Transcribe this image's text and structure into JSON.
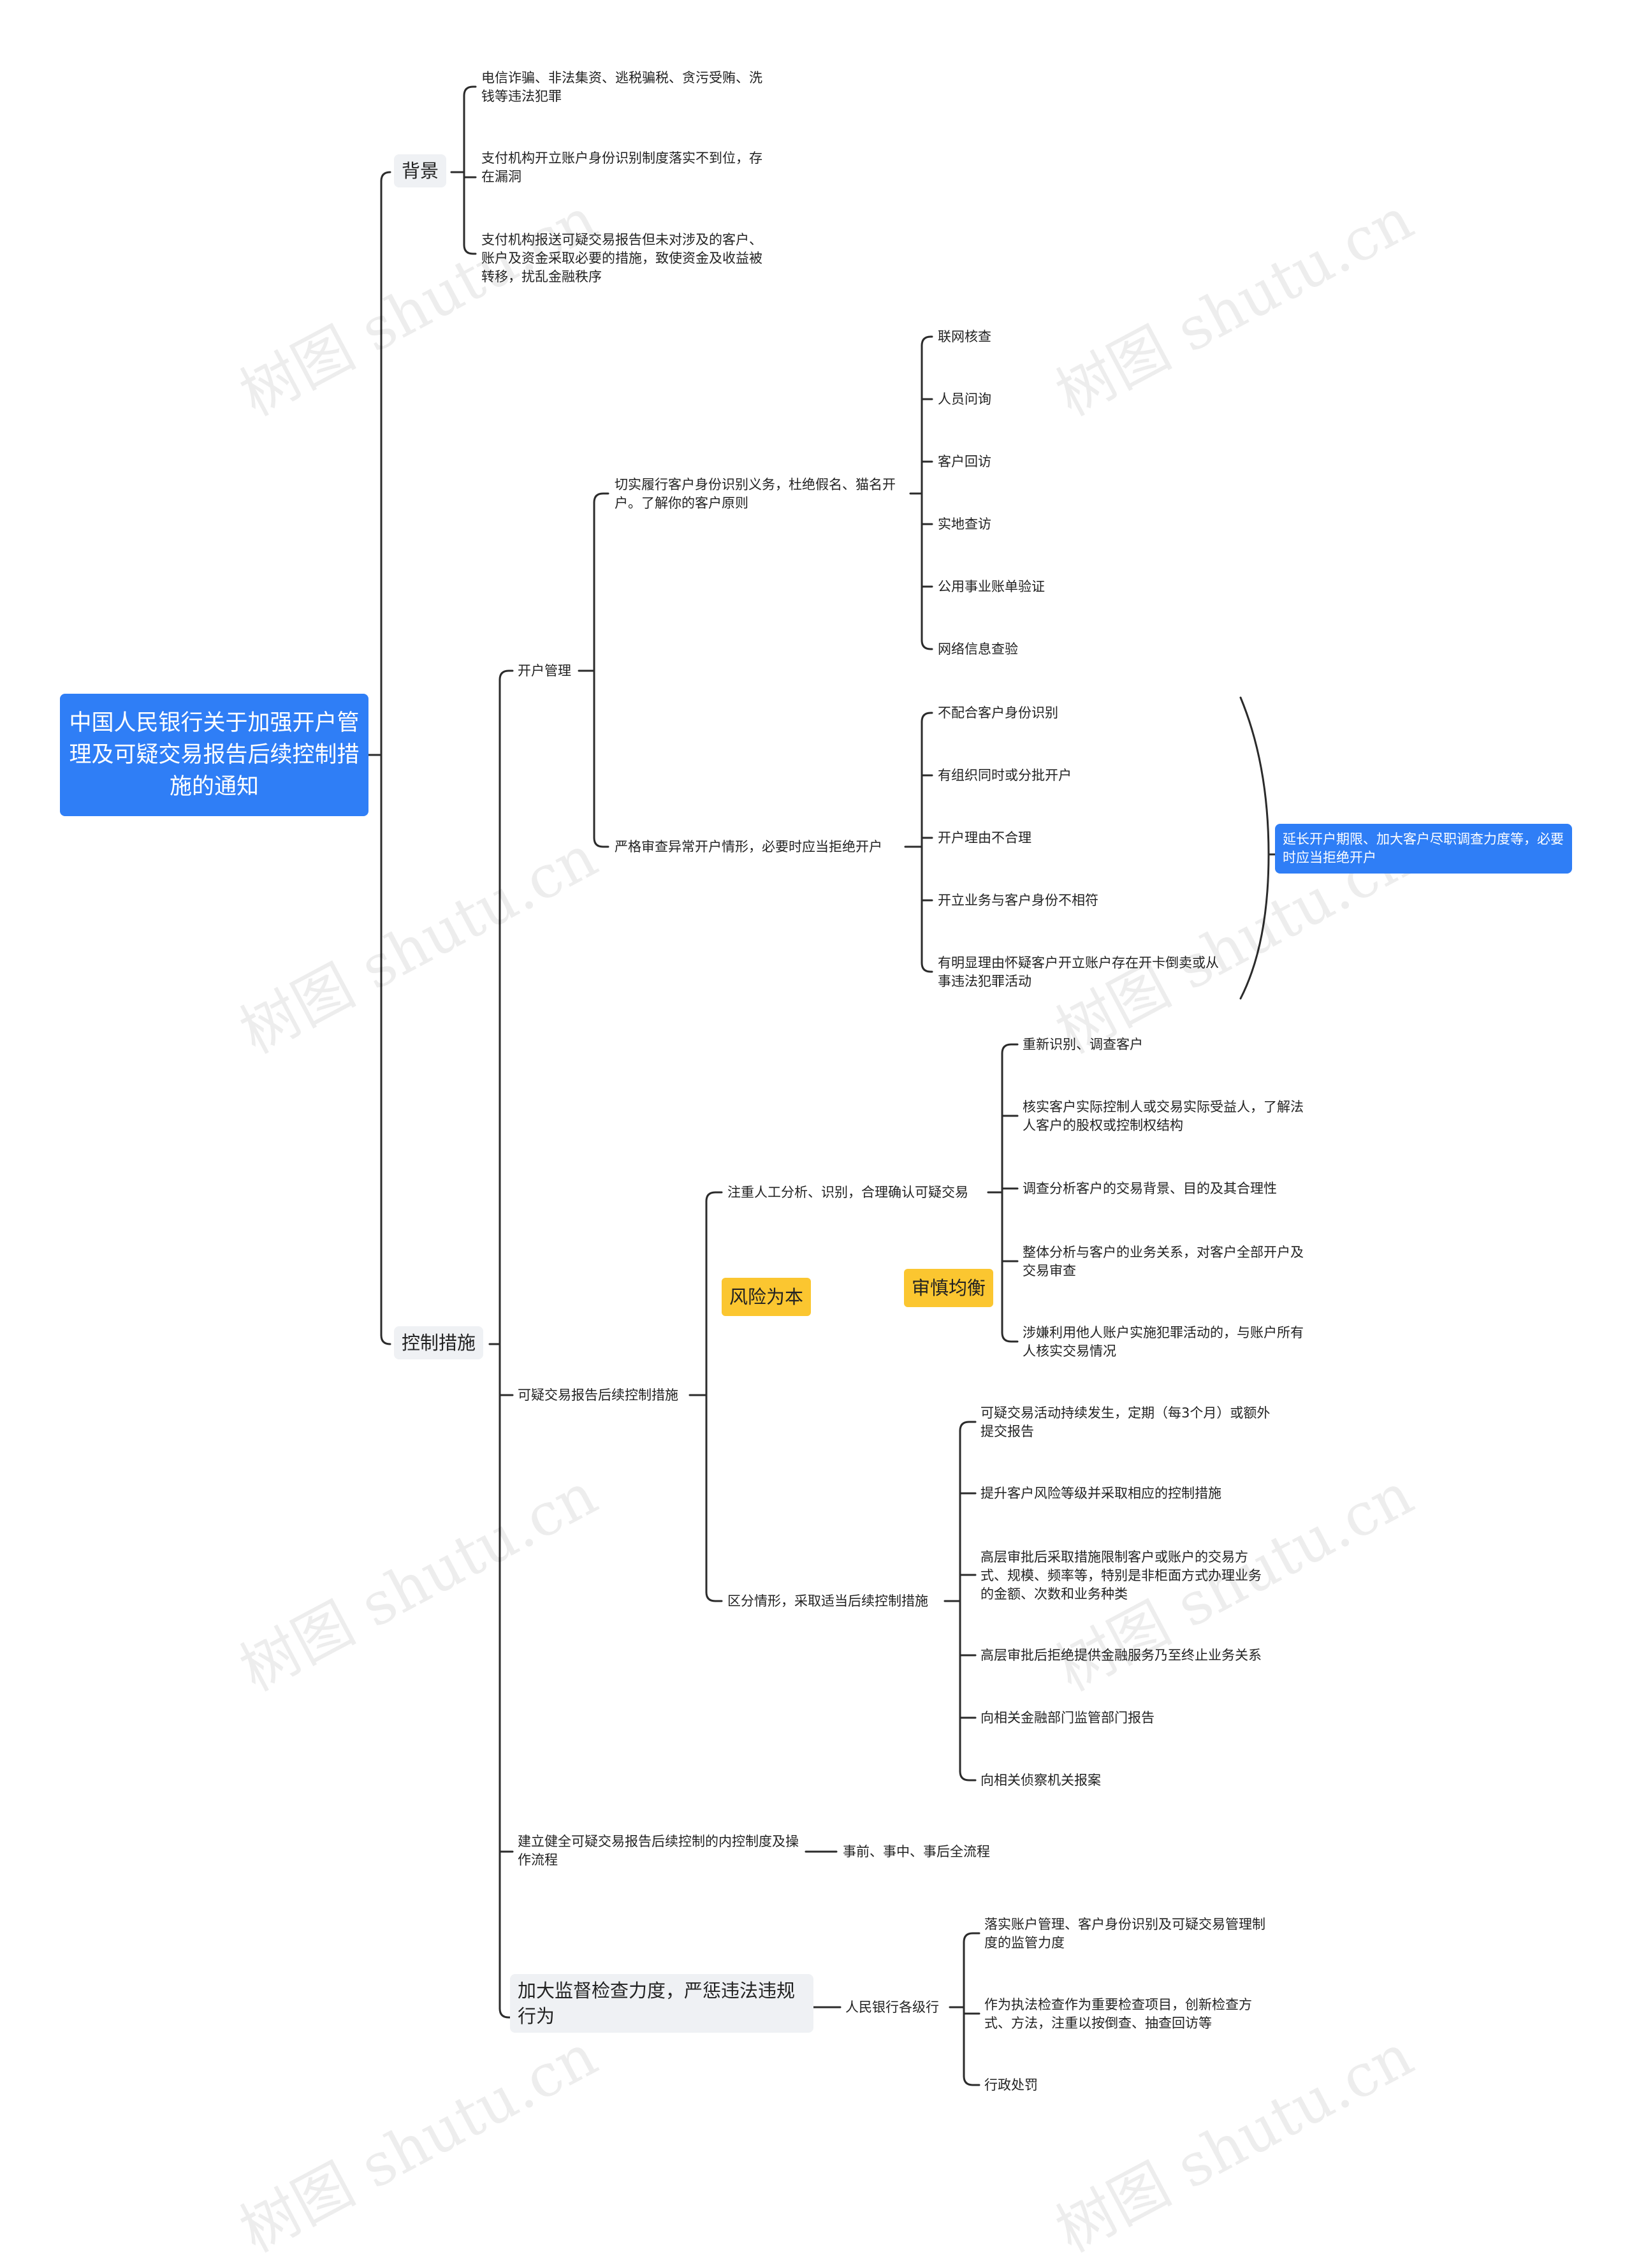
{
  "root": {
    "title": "中国人民银行关于加强开户管理及可疑交易报告后续控制措施的通知"
  },
  "background": {
    "label": "背景",
    "items": [
      "电信诈骗、非法集资、逃税骗税、贪污受贿、洗钱等违法犯罪",
      "支付机构开立账户身份识别制度落实不到位，存在漏洞",
      "支付机构报送可疑交易报告但未对涉及的客户、账户及资金采取必要的措施，致使资金及收益被转移，扰乱金融秩序"
    ]
  },
  "controls": {
    "label": "控制措施",
    "account": {
      "label": "开户管理",
      "kyc": {
        "label": "切实履行客户身份识别义务，杜绝假名、猫名开户。了解你的客户原则",
        "items": [
          "联网核查",
          "人员问询",
          "客户回访",
          "实地查访",
          "公用事业账单验证",
          "网络信息查验"
        ]
      },
      "abnormal": {
        "label": "严格审查异常开户情形，必要时应当拒绝开户",
        "items": [
          "不配合客户身份识别",
          "有组织同时或分批开户",
          "开户理由不合理",
          "开立业务与客户身份不相符",
          "有明显理由怀疑客户开立账户存在开卡倒卖或从事违法犯罪活动"
        ],
        "summary": "延长开户期限、加大客户尽职调查力度等，必要时应当拒绝开户"
      }
    },
    "suspicious": {
      "label": "可疑交易报告后续控制措施",
      "risk_tag": "风险为本",
      "manual": {
        "label": "注重人工分析、识别，合理确认可疑交易",
        "tag": "审慎均衡",
        "items": [
          "重新识别、调查客户",
          "核实客户实际控制人或交易实际受益人，了解法人客户的股权或控制权结构",
          "调查分析客户的交易背景、目的及其合理性",
          "整体分析与客户的业务关系，对客户全部开户及交易审查",
          "涉嫌利用他人账户实施犯罪活动的，与账户所有人核实交易情况"
        ]
      },
      "distinguish": {
        "label": "区分情形，采取适当后续控制措施",
        "items": [
          "可疑交易活动持续发生，定期（每3个月）或额外提交报告",
          "提升客户风险等级并采取相应的控制措施",
          "高层审批后采取措施限制客户或账户的交易方式、规模、频率等，特别是非柜面方式办理业务的金额、次数和业务种类",
          "高层审批后拒绝提供金融服务乃至终止业务关系",
          "向相关金融部门监管部门报告",
          "向相关侦察机关报案"
        ]
      }
    },
    "internal": {
      "label": "建立健全可疑交易报告后续控制的内控制度及操作流程",
      "child": "事前、事中、事后全流程"
    },
    "supervision": {
      "label": "加大监督检查力度，严惩违法违规行为",
      "sub": "人民银行各级行",
      "items": [
        "落实账户管理、客户身份识别及可疑交易管理制度的监管力度",
        "作为执法检查作为重要检查项目，创新检查方式、方法，注重以按倒查、抽查回访等",
        "行政处罚"
      ]
    }
  },
  "watermark": "树图 shutu.cn"
}
